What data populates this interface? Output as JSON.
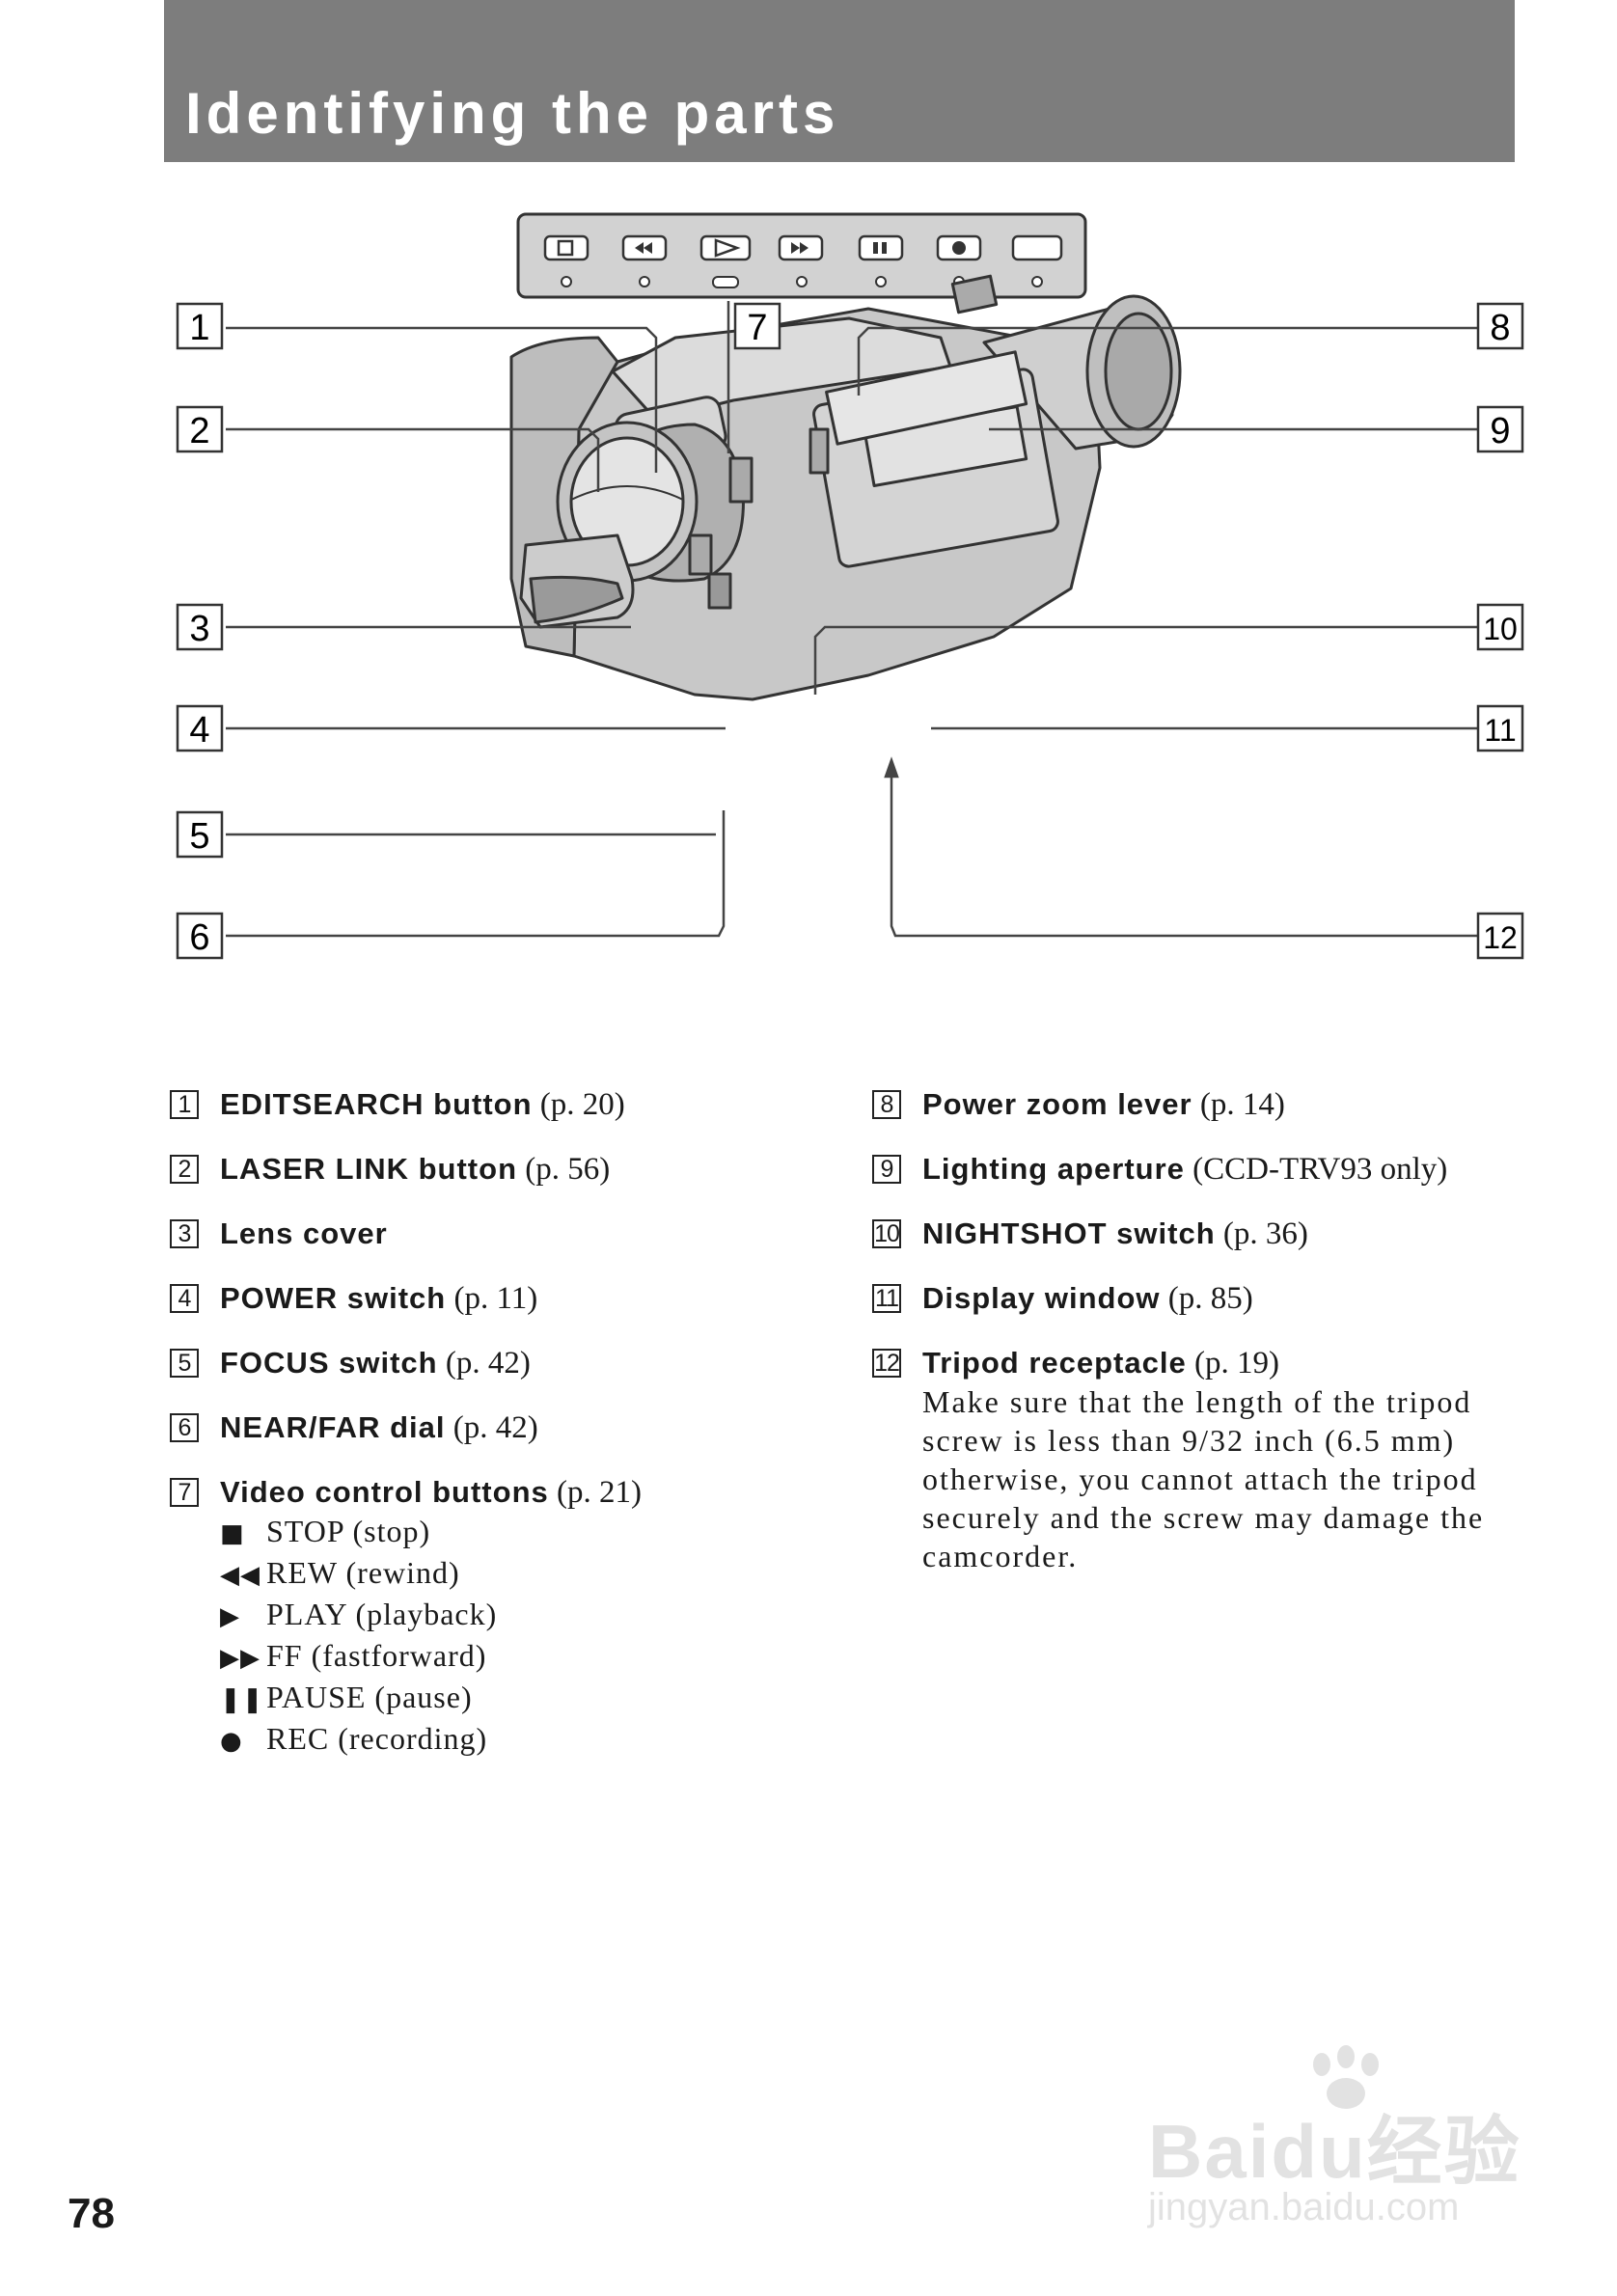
{
  "header": {
    "title": "Identifying the parts"
  },
  "diagram": {
    "callouts": [
      "1",
      "2",
      "3",
      "4",
      "5",
      "6",
      "7",
      "8",
      "9",
      "10",
      "11",
      "12"
    ]
  },
  "left_items": [
    {
      "num": "1",
      "term": "EDITSEARCH button",
      "ref": "(p. 20)"
    },
    {
      "num": "2",
      "term": "LASER LINK button",
      "ref": "(p. 56)"
    },
    {
      "num": "3",
      "term": "Lens cover",
      "ref": ""
    },
    {
      "num": "4",
      "term": "POWER switch",
      "ref": "(p. 11)"
    },
    {
      "num": "5",
      "term": "FOCUS switch",
      "ref": "(p. 42)"
    },
    {
      "num": "6",
      "term": "NEAR/FAR dial",
      "ref": "(p. 42)"
    },
    {
      "num": "7",
      "term": "Video control buttons",
      "ref": "(p. 21)",
      "subs": [
        {
          "symbol": "■",
          "text": "STOP (stop)"
        },
        {
          "symbol": "◀◀",
          "text": "REW (rewind)"
        },
        {
          "symbol": "▶",
          "text": "PLAY (playback)"
        },
        {
          "symbol": "▶▶",
          "text": "FF (fastforward)"
        },
        {
          "symbol": "❚❚",
          "text": "PAUSE (pause)"
        },
        {
          "symbol": "●",
          "text": "REC (recording)"
        }
      ]
    }
  ],
  "right_items": [
    {
      "num": "8",
      "term": "Power zoom lever",
      "ref": "(p. 14)"
    },
    {
      "num": "9",
      "term": "Lighting aperture",
      "ref": "(CCD-TRV93 only)"
    },
    {
      "num": "10",
      "term": "NIGHTSHOT switch",
      "ref": "(p. 36)"
    },
    {
      "num": "11",
      "term": "Display window",
      "ref": "(p. 85)"
    },
    {
      "num": "12",
      "term": "Tripod receptacle",
      "ref": "(p. 19)",
      "note": "Make sure that the length of the tripod screw is less than 9/32 inch (6.5 mm) otherwise, you cannot attach the tripod securely and the screw may damage the camcorder."
    }
  ],
  "page": {
    "number": "78"
  },
  "watermark": {
    "brand": "Baidu经验",
    "url": "jingyan.baidu.com"
  }
}
